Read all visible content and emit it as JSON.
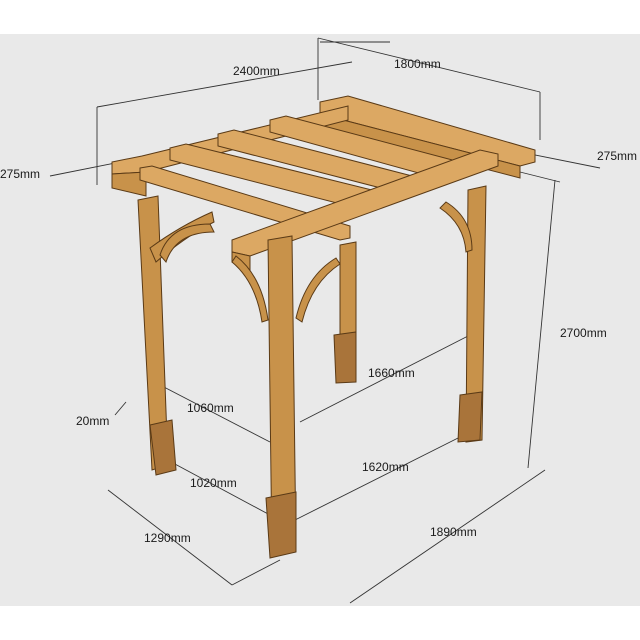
{
  "dimensions": {
    "overall_length": "2400mm",
    "overall_width": "1800mm",
    "left_overhang": "275mm",
    "right_overhang": "275mm",
    "height": "2700mm",
    "inner_span_back": "1660mm",
    "inner_span_left": "1060mm",
    "post_gap": "20mm",
    "post_to_post_left": "1020mm",
    "post_to_post_front": "1620mm",
    "base_depth": "1290mm",
    "base_length": "1890mm"
  },
  "colors": {
    "background": "#e9e9e9",
    "wood": "#c8924a",
    "wood_top": "#dca863",
    "wood_dark": "#a9743a"
  }
}
